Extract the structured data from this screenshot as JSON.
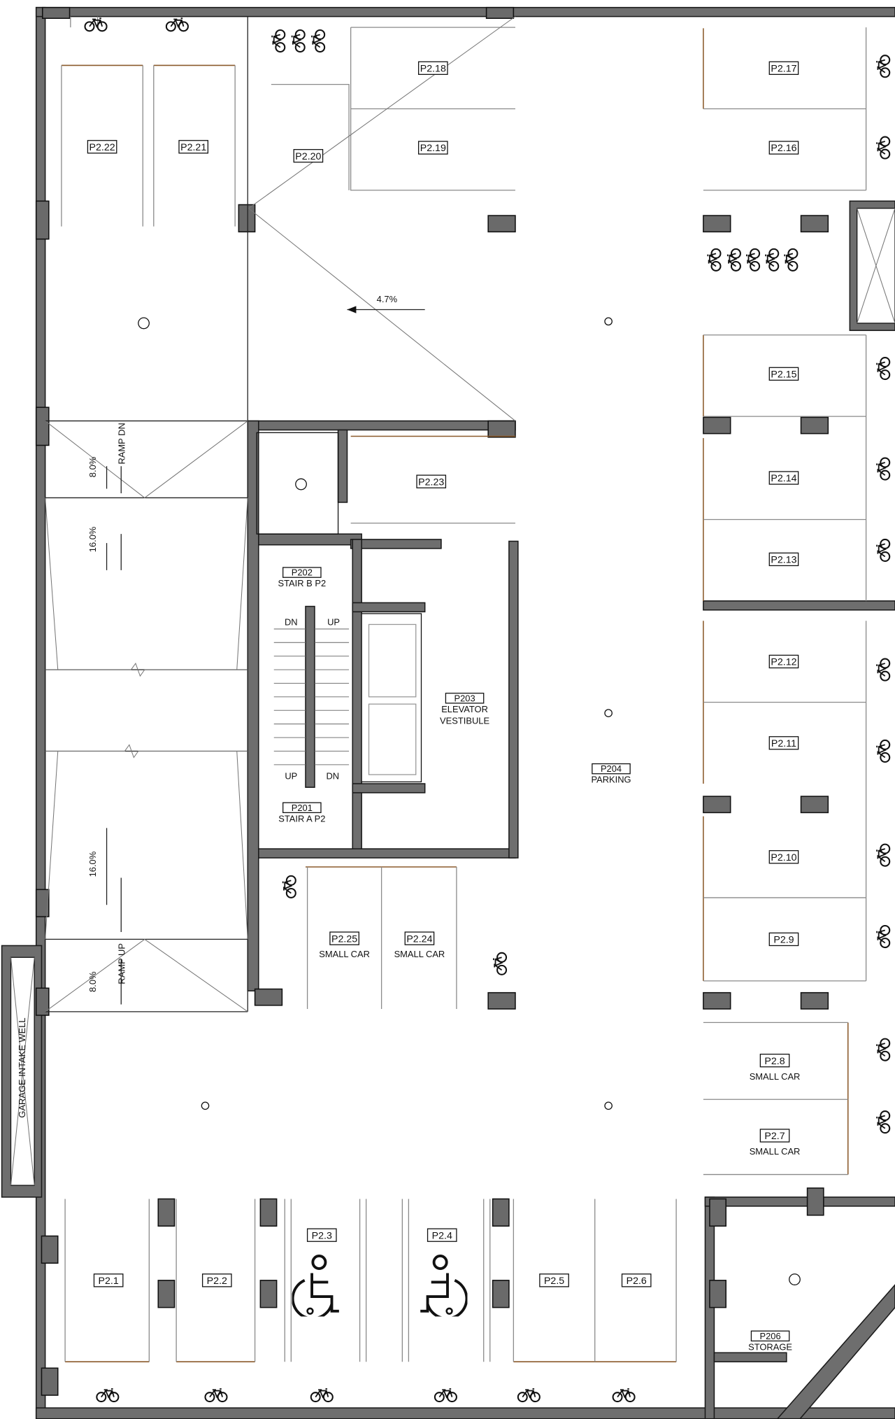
{
  "plan": {
    "spaces": [
      {
        "id": "P2.22"
      },
      {
        "id": "P2.21"
      },
      {
        "id": "P2.20"
      },
      {
        "id": "P2.18"
      },
      {
        "id": "P2.19"
      },
      {
        "id": "P2.17"
      },
      {
        "id": "P2.16"
      },
      {
        "id": "P2.15"
      },
      {
        "id": "P2.14"
      },
      {
        "id": "P2.13"
      },
      {
        "id": "P2.12"
      },
      {
        "id": "P2.11"
      },
      {
        "id": "P2.10"
      },
      {
        "id": "P2.9"
      },
      {
        "id": "P2.23"
      },
      {
        "id": "P2.25",
        "note": "SMALL CAR"
      },
      {
        "id": "P2.24",
        "note": "SMALL CAR"
      },
      {
        "id": "P2.8",
        "note": "SMALL CAR"
      },
      {
        "id": "P2.7",
        "note": "SMALL CAR"
      },
      {
        "id": "P2.1"
      },
      {
        "id": "P2.2"
      },
      {
        "id": "P2.3",
        "accessible": true
      },
      {
        "id": "P2.4",
        "accessible": true
      },
      {
        "id": "P2.5"
      },
      {
        "id": "P2.6"
      }
    ],
    "rooms": [
      {
        "number": "P202",
        "name": "STAIR B P2"
      },
      {
        "number": "P201",
        "name": "STAIR A P2"
      },
      {
        "number": "P203",
        "name": "ELEVATOR",
        "name2": "VESTIBULE"
      },
      {
        "number": "P204",
        "name": "PARKING"
      },
      {
        "number": "P206",
        "name": "STORAGE"
      }
    ],
    "annotations": {
      "ramp_dn": "RAMP DN",
      "ramp_up": "RAMP UP",
      "slope_top_1": "8.0%",
      "slope_top_2": "16.0%",
      "slope_bot_1": "16.0%",
      "slope_bot_2": "8.0%",
      "slope_upper": "4.7%",
      "intake": "GARAGE INTAKE WELL",
      "stair_dn_1": "DN",
      "stair_up_1": "UP",
      "stair_up_2": "UP",
      "stair_dn_2": "DN"
    },
    "icons": {
      "bike": "bicycle-icon",
      "accessible": "wheelchair-icon",
      "drain": "floor-drain-icon",
      "elevator": "elevator-shaft-icon"
    },
    "colors": {
      "wall": "#6e6e6e",
      "line": "#222222",
      "stall_edge": "#8b5a2b"
    }
  }
}
